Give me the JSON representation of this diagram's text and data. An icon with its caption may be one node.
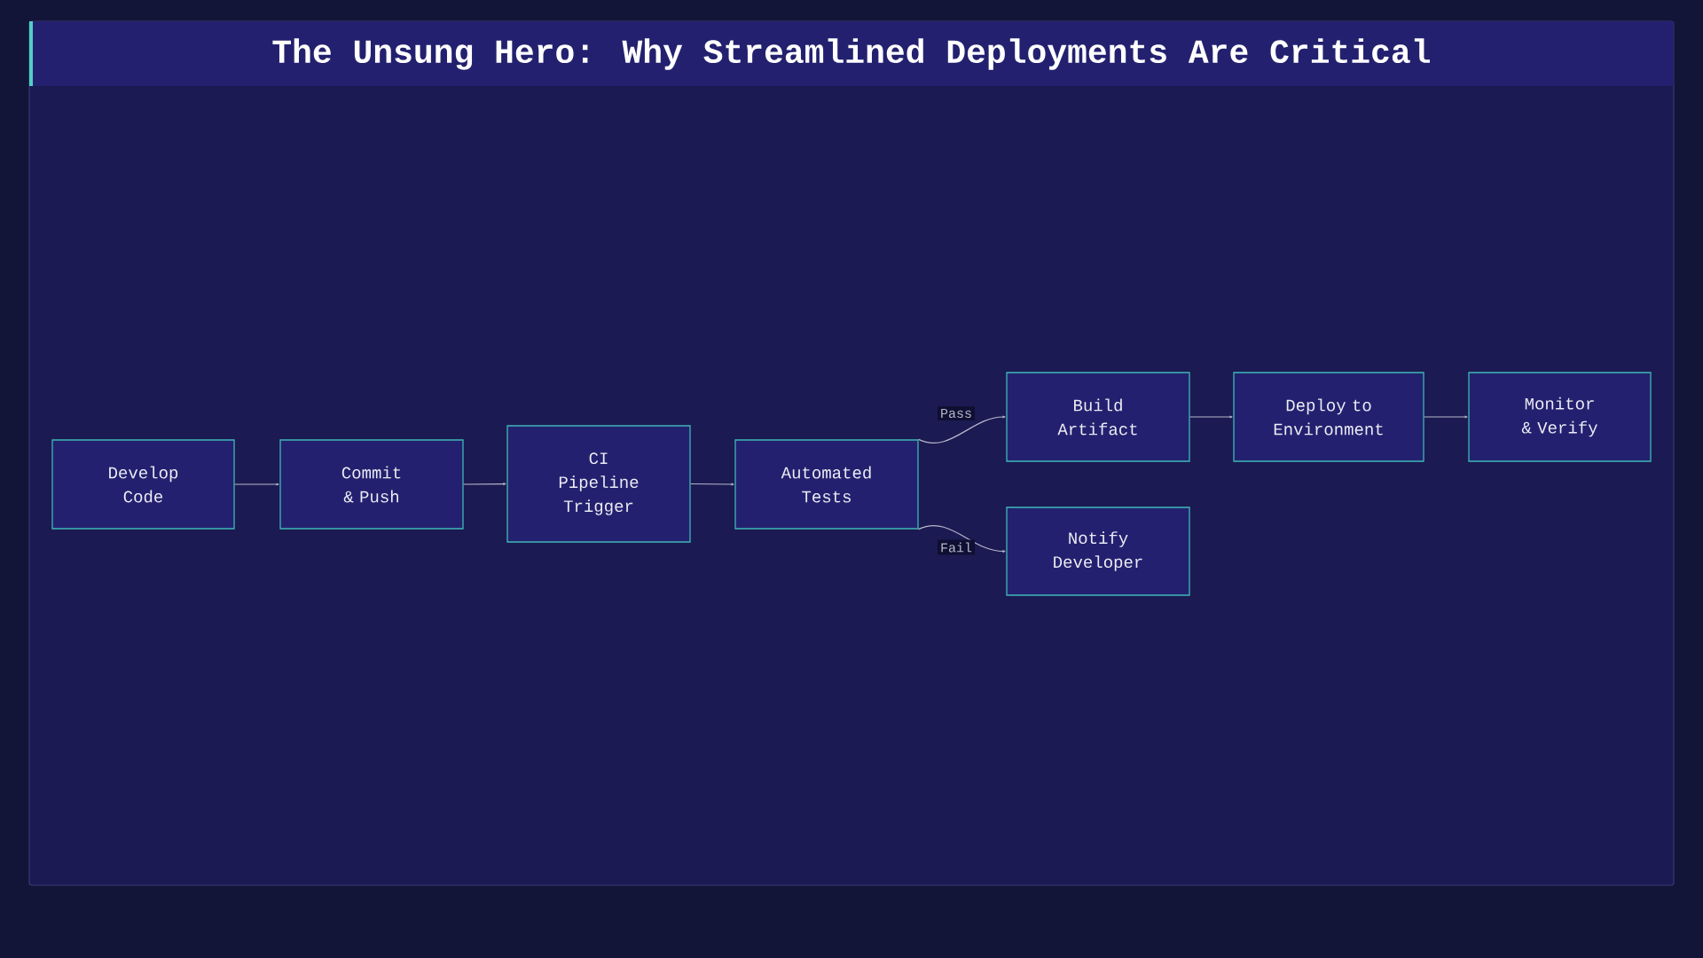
{
  "diagram": {
    "title": "The Unsung Hero: Why Streamlined Deployments Are Critical",
    "nodes": [
      {
        "text": [
          "Develop Code"
        ]
      },
      {
        "text": [
          "Commit & Push"
        ]
      },
      {
        "text": [
          "CI Pipeline Trigger"
        ]
      },
      {
        "text": [
          "Automated Tests"
        ]
      },
      {
        "text": [
          "Build Artifact"
        ]
      },
      {
        "text": [
          "Deploy to Environment"
        ]
      },
      {
        "text": [
          "Monitor & Verify"
        ]
      },
      {
        "text": [
          "Notify Developer"
        ]
      }
    ],
    "edges": [
      {
        "from": 0,
        "to": 1,
        "arrow": "to"
      },
      {
        "from": 1,
        "to": 2,
        "arrow": "to"
      },
      {
        "from": 2,
        "to": 3,
        "arrow": "to"
      },
      {
        "from": 3,
        "to": 4,
        "arrow": "to",
        "label": "Pass"
      },
      {
        "from": 4,
        "to": 5,
        "arrow": "to"
      },
      {
        "from": 5,
        "to": 6,
        "arrow": "to"
      },
      {
        "from": 3,
        "to": 7,
        "arrow": "to",
        "label": "Fail"
      }
    ]
  }
}
